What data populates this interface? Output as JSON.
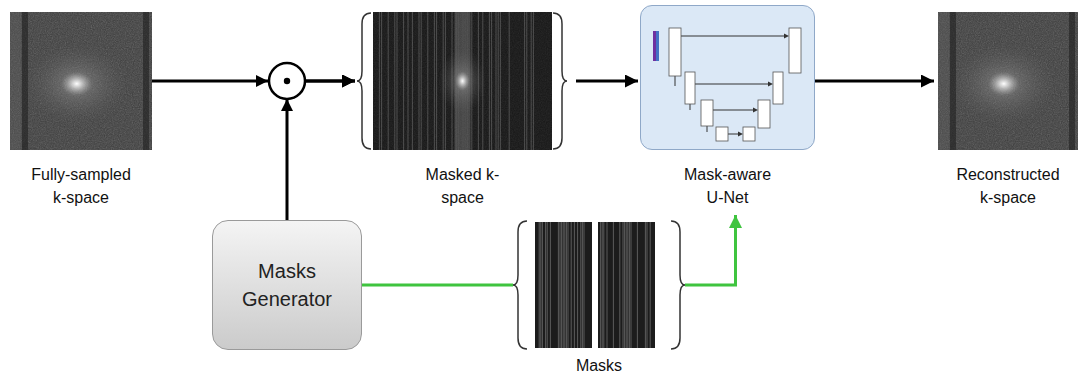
{
  "diagram": {
    "nodes": [
      {
        "text": [
          "Fully-sampled k-space"
        ]
      },
      {
        "text": [
          "Masked k-space"
        ]
      },
      {
        "text": [
          "Mask-aware U-Net"
        ]
      },
      {
        "text": [
          "Reconstructed k-space"
        ]
      },
      {
        "text": [
          "Masks Generator"
        ]
      },
      {
        "text": [
          "Masks"
        ]
      }
    ],
    "edges": [
      {
        "from": 0,
        "to": 1,
        "arrow": "to"
      },
      {
        "from": 4,
        "to": 1,
        "arrow": "to"
      },
      {
        "from": 1,
        "to": 2,
        "arrow": "to"
      },
      {
        "from": 2,
        "to": 3,
        "arrow": "to"
      },
      {
        "from": 4,
        "to": 5,
        "arrow": "none"
      },
      {
        "from": 5,
        "to": 2,
        "arrow": "to"
      }
    ]
  }
}
